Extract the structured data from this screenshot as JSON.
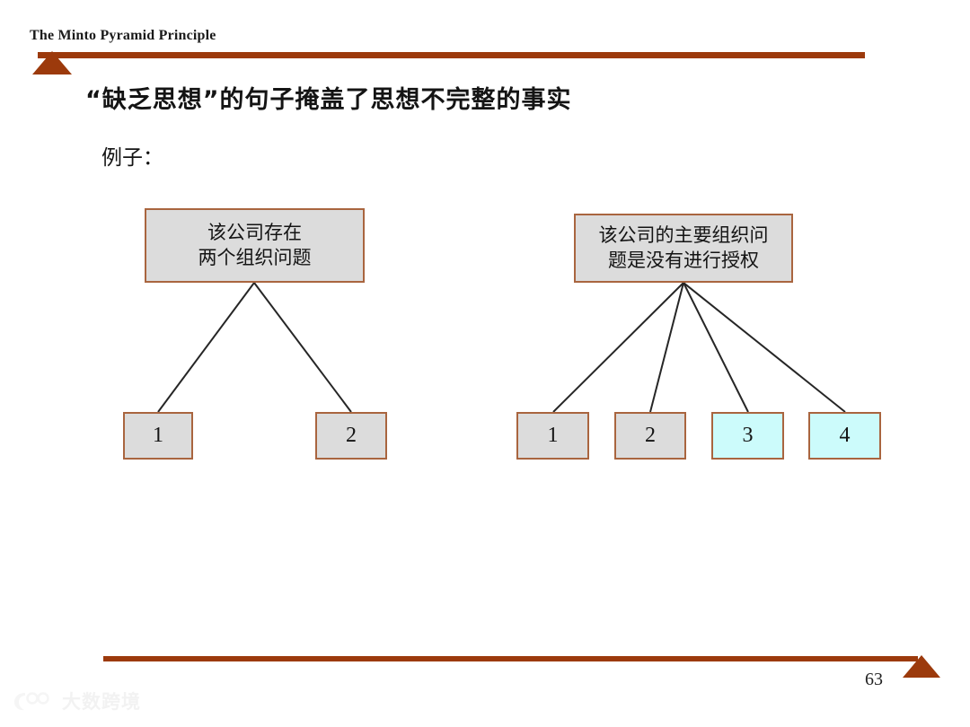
{
  "header": {
    "title": "The Minto Pyramid Principle",
    "rule_color": "#9C3A0C"
  },
  "slide": {
    "title": "“缺乏思想”的句子掩盖了思想不完整的事实",
    "example_label": "例子："
  },
  "diagram": {
    "box_border_color": "#A9653F",
    "box_fill_gray": "#DCDCDC",
    "box_fill_cyan": "#CCFBFB",
    "connector_color": "#262626",
    "left_tree": {
      "top": "该公司存在\n两个组织问题",
      "top_line1": "该公司存在",
      "top_line2": "两个组织问题",
      "leaves": [
        {
          "label": "1",
          "highlight": false
        },
        {
          "label": "2",
          "highlight": false
        }
      ]
    },
    "right_tree": {
      "top_line1": "该公司的主要组织问",
      "top_line2": "题是没有进行授权",
      "leaves": [
        {
          "label": "1",
          "highlight": false
        },
        {
          "label": "2",
          "highlight": false
        },
        {
          "label": "3",
          "highlight": true
        },
        {
          "label": "4",
          "highlight": true
        }
      ]
    }
  },
  "footer": {
    "page_number": "63",
    "rule_color": "#9C3A0C"
  },
  "watermark": {
    "text": "大数跨境"
  }
}
